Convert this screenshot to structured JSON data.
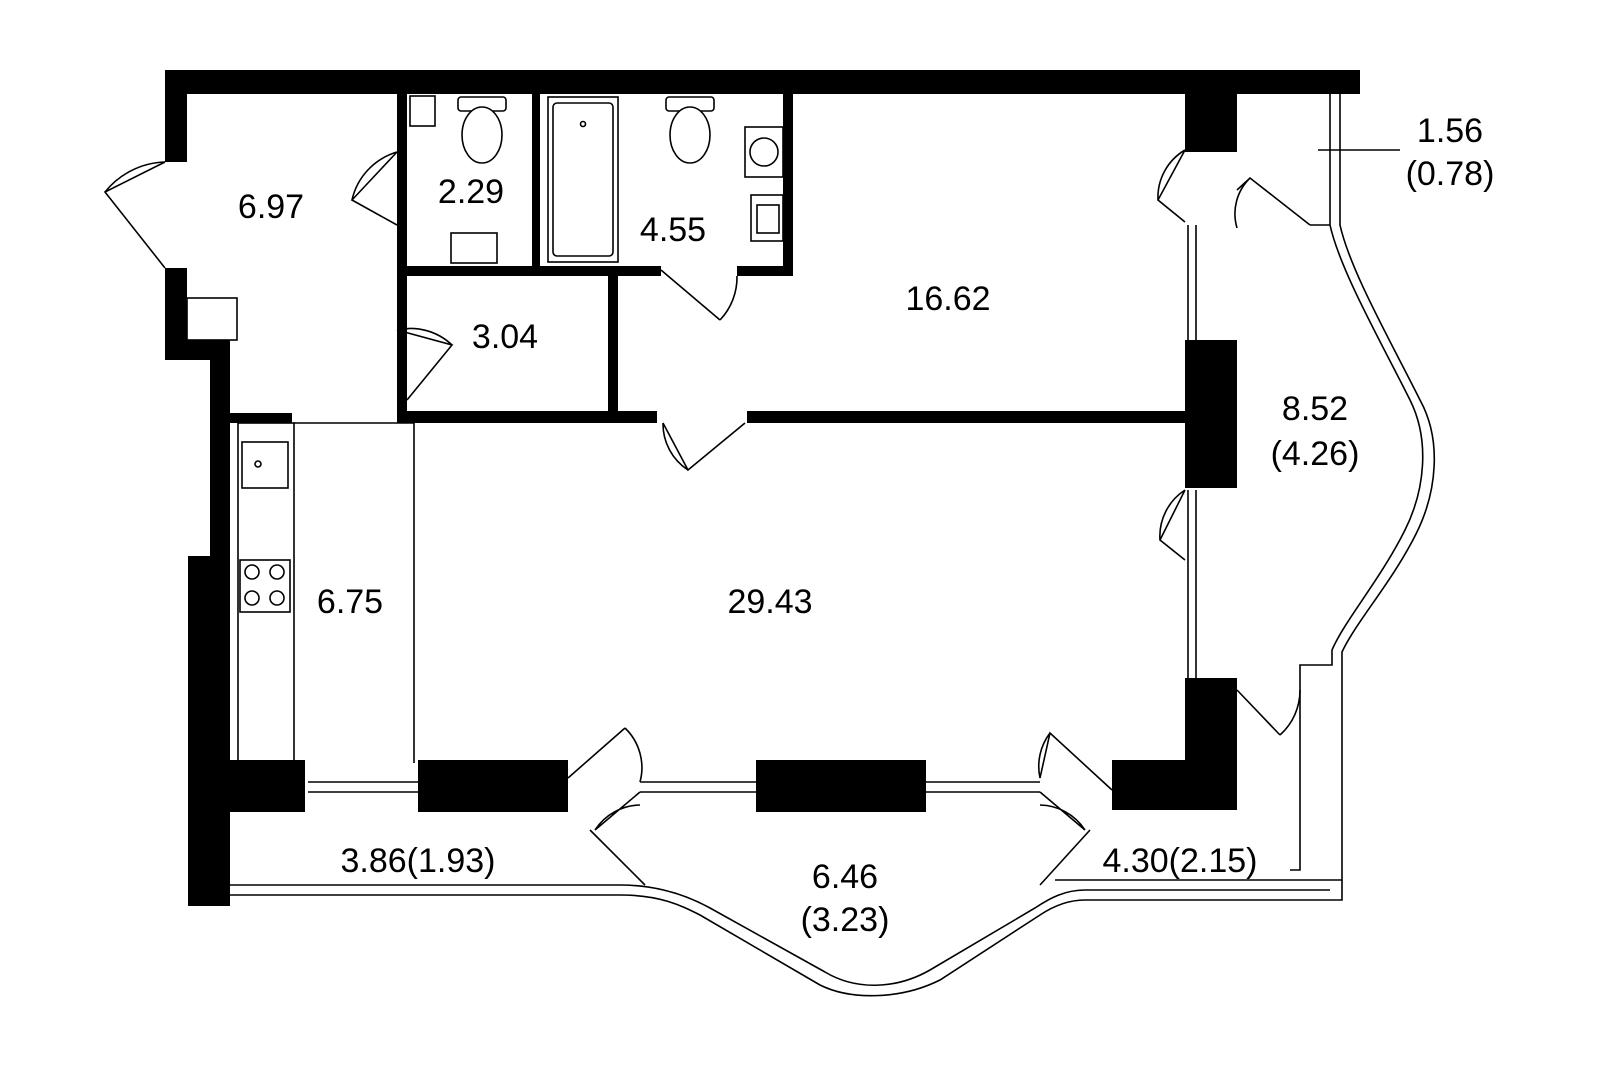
{
  "plan": {
    "colors": {
      "wall": "#000000",
      "background": "#ffffff",
      "line": "#000000"
    },
    "rooms": [
      {
        "id": "hall",
        "label": "6.97"
      },
      {
        "id": "wc",
        "label": "2.29"
      },
      {
        "id": "bathroom",
        "label": "4.55"
      },
      {
        "id": "bedroom",
        "label": "16.62"
      },
      {
        "id": "storage",
        "label": "3.04"
      },
      {
        "id": "kitchen",
        "label": "6.75"
      },
      {
        "id": "living",
        "label": "29.43"
      },
      {
        "id": "balcony-right",
        "label": "8.52",
        "sub": "(4.26)"
      },
      {
        "id": "balcony-corner",
        "label": "1.56",
        "sub": "(0.78)"
      },
      {
        "id": "loggia-left",
        "label": "3.86(1.93)"
      },
      {
        "id": "loggia-center",
        "label": "6.46",
        "sub": "(3.23)"
      },
      {
        "id": "loggia-right",
        "label": "4.30(2.15)"
      }
    ]
  }
}
